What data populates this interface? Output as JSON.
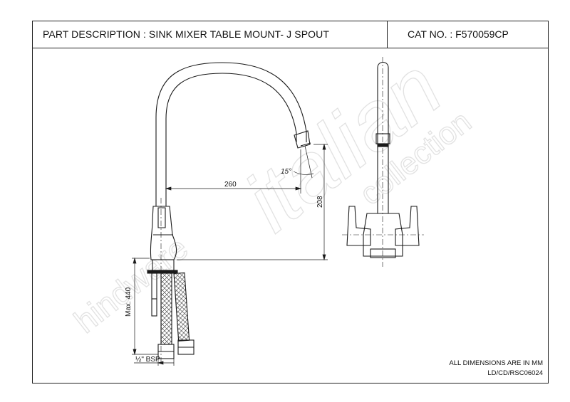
{
  "header": {
    "part_description": "PART DESCRIPTION : SINK MIXER TABLE MOUNT- J SPOUT",
    "cat_no": "CAT NO. : F570059CP"
  },
  "dimensions": {
    "spout_reach": "260",
    "spout_height": "208",
    "spout_angle": "15°",
    "hose_length": "Max. 440",
    "connection": "½\" BSP"
  },
  "watermark": {
    "brand_main": "hindware",
    "brand_script": "italian",
    "brand_sub": "collection"
  },
  "footer": {
    "units_note": "ALL DIMENSIONS ARE IN MM",
    "drawing_ref": "LD/CD/RSC06024"
  }
}
